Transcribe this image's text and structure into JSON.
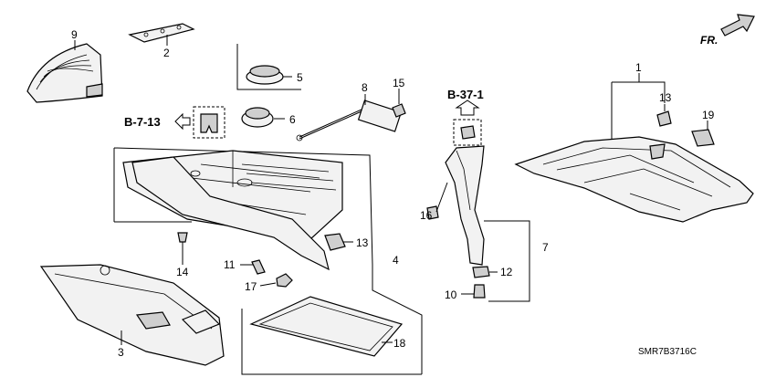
{
  "diagram": {
    "callouts": [
      "1",
      "2",
      "3",
      "4",
      "5",
      "6",
      "7",
      "8",
      "9",
      "10",
      "11",
      "12",
      "13",
      "13",
      "14",
      "15",
      "16",
      "17",
      "18",
      "19"
    ],
    "ref_left": "B-7-13",
    "ref_top": "B-37-1",
    "direction_label": "FR.",
    "drawing_code": "SMR7B3716C"
  }
}
